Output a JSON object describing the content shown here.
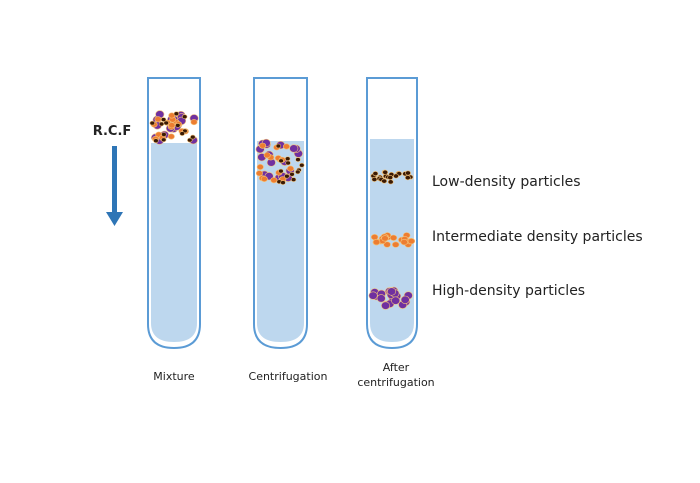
{
  "rcf_label": "R.C.F",
  "tubes": [
    {
      "caption_lines": [
        "Mixture"
      ]
    },
    {
      "caption_lines": [
        "Centrifugation"
      ]
    },
    {
      "caption_lines": [
        "After",
        "centrifugation"
      ]
    }
  ],
  "layer_labels": {
    "low": "Low-density particles",
    "intermediate": "Intermediate density particles",
    "high": "High-density particles"
  },
  "colors": {
    "tube_outline": "#5b9bd5",
    "liquid": "#bdd7ee",
    "arrow": "#2e75b6",
    "low_density_particle": "#3a1a05",
    "intermediate_particle": "#ed7d31",
    "high_density_particle": "#7030a0",
    "particle_border": "#f4c37a"
  }
}
